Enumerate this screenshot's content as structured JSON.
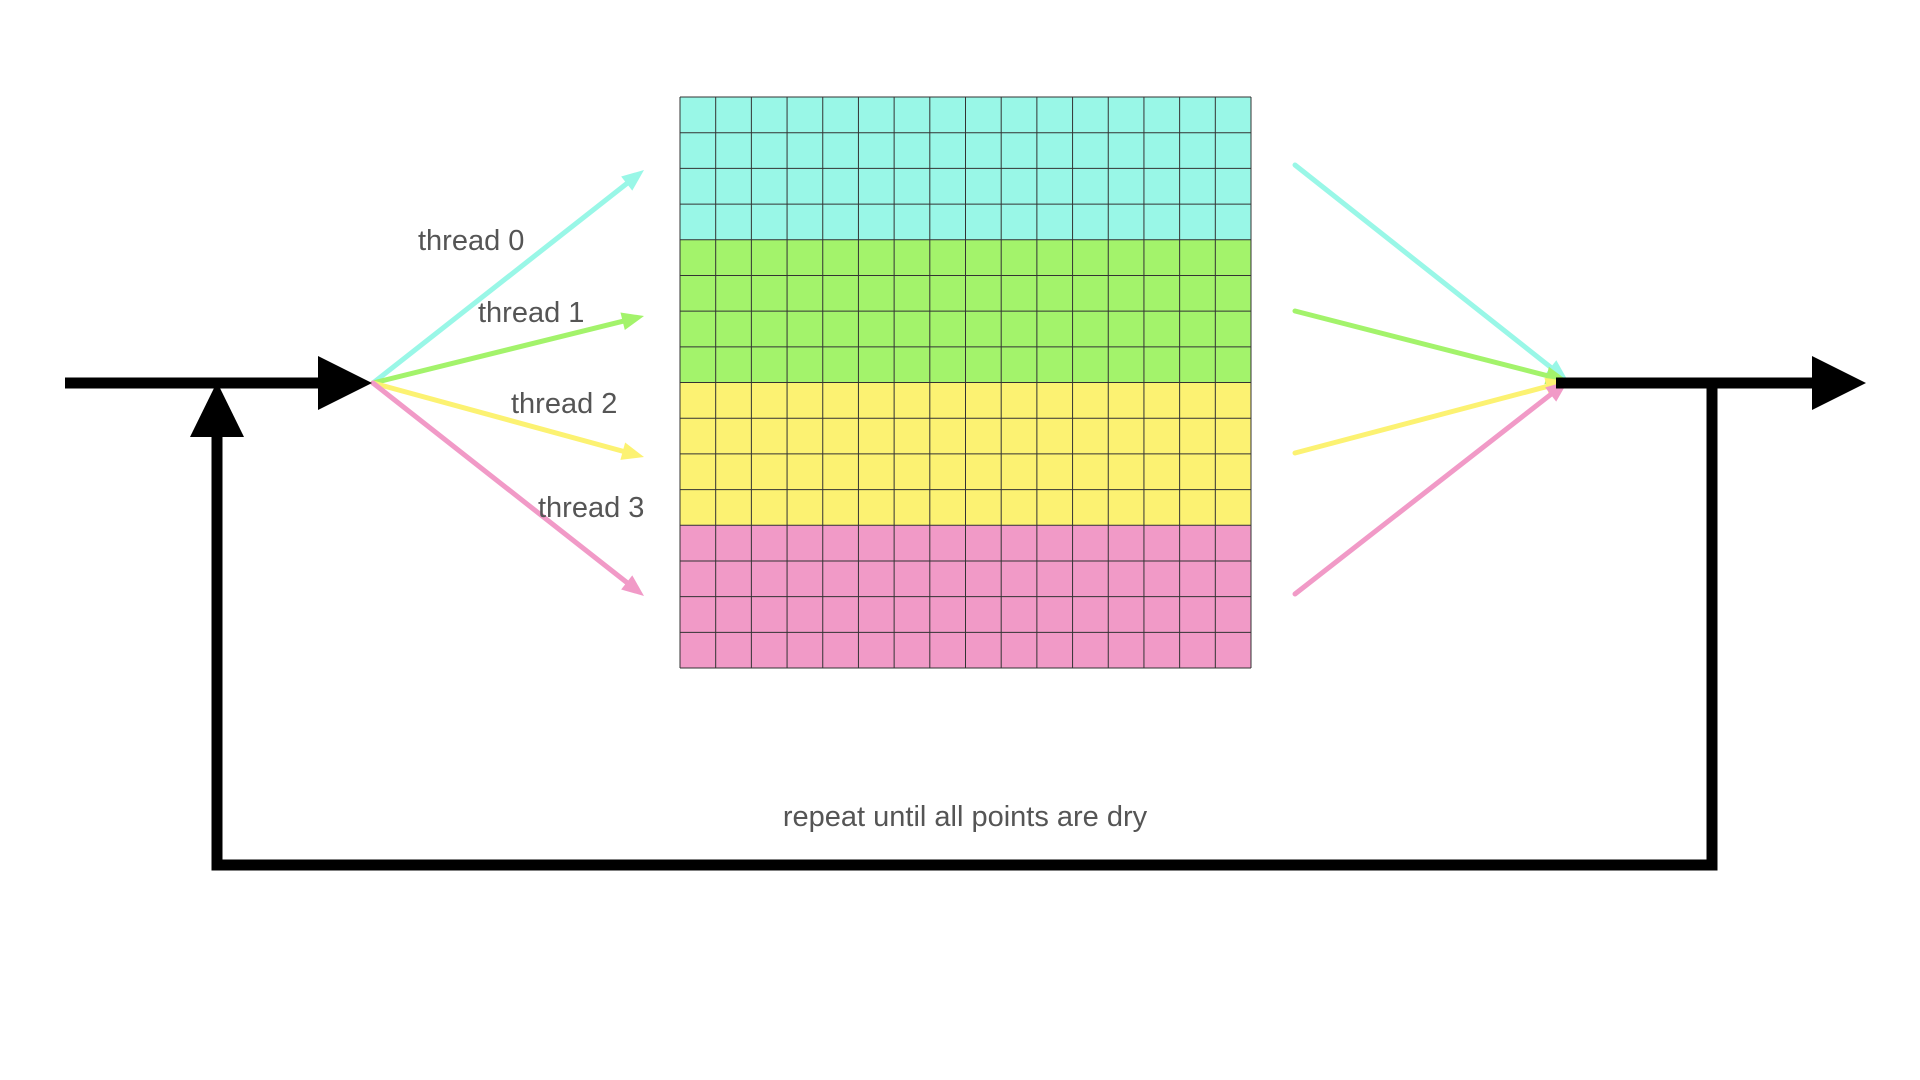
{
  "threads": [
    {
      "label": "thread 0",
      "color": "#99F7E7"
    },
    {
      "label": "thread 1",
      "color": "#A3F36B"
    },
    {
      "label": "thread 2",
      "color": "#FCF272"
    },
    {
      "label": "thread 3",
      "color": "#F19AC7"
    }
  ],
  "grid": {
    "columns": 16,
    "rows_per_thread": 4,
    "line_color": "#333333"
  },
  "loop": {
    "label": "repeat until all points are dry",
    "color": "#000000"
  },
  "text_color": "#555555"
}
